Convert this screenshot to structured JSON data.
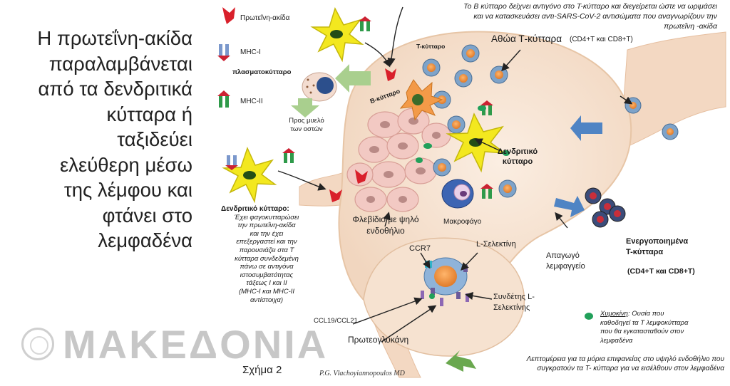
{
  "heading": {
    "lines": [
      "Η πρωτεΐνη-ακίδα",
      "παραλαμβάνεται",
      "από τα δενδριτικά",
      "κύτταρα ή",
      "ταξιδεύει",
      "ελεύθερη μέσω",
      "της λέμφου και",
      "φτάνει στο",
      "λεμφαδένα"
    ]
  },
  "watermark": {
    "text": "MAKEΔONIA"
  },
  "figure": {
    "caption": "Σχήμα 2",
    "signature": "P.G. Vlachoyiannopoulos MD",
    "legend": {
      "spike": "Πρωτεΐνη-ακίδα",
      "mhc1": "MHC-I",
      "plasma": "πλασματοκύτταρο",
      "mhc2": "MHC-II"
    },
    "top_note": [
      "Το Β κύτταρο δείχνει αντιγόνο στο Τ-κύτταρο και διεγείρεται ώστε να ωριμάσει",
      "και να κατασκευάσει αντι-SARS-CoV-2  αντισώματα που αναγνωρίζουν την",
      "πρωτεΐνη -ακίδα"
    ],
    "labels": {
      "tcell": "Τ-κύτταρο",
      "naive": "Αθώα Τ-κύτταρα",
      "naive_sub": "(CD4+T και CD8+T)",
      "bcell": "Β-κύτταρο",
      "marrow": [
        "Προς μυελό",
        "των οστών"
      ],
      "dendritic": [
        "Δενδριτικό",
        "κύτταρο"
      ],
      "macrophage": "Μακροφάγο",
      "hev": [
        "Φλεβίδιο με ψηλό",
        "ενδοθήλιο"
      ],
      "ccr7": "CCR7",
      "lsel": "L-Σελεκτίνη",
      "ligand": [
        "Συνδέτης L-",
        "Σελεκτίνης"
      ],
      "ccl": "CCL19/CCL21",
      "proteo": "Πρωτεογλυκάνη",
      "efferent": [
        "Απαγωγό",
        "λεμφαγγείο"
      ],
      "activated": [
        "Ενεργοποιημένα",
        "Τ-κύτταρα"
      ],
      "activated_sub": "(CD4+T και CD8+T)"
    },
    "dc_note": {
      "title": "Δενδριτικό κύτταρο:",
      "lines": [
        "Έχει φαγοκυτταρώσει",
        "την πρωτεΐνη-ακίδα",
        "και την έχει",
        "επεξεργαστεί και την",
        "παρουσιάζει στα Τ",
        "κύτταρα συνδεδεμένη",
        "πάνω σε αντιγόνα",
        "ιστοσυμβατότητας",
        "τάξεως Ι και ΙΙ",
        "(MHC-I και MHC-II",
        "αντίστοιχα)"
      ]
    },
    "chemokine_note": {
      "term": "Χυμοκίνη",
      "lines": [
        ": Ουσία που",
        "καθοδηγεί τα Τ λεμφοκύτταρα",
        "που θα εγκατασταθούν στον",
        "λεμφαδένα"
      ]
    },
    "bottom_note": [
      "Λεπτομέρεια για τα μόρια επιφανείας στο υψηλό ενδοθήλιο που",
      "συγκρατούν τα Τ- κύτταρα για να εισέλθουν στον λεμφαδένα"
    ]
  },
  "colors": {
    "node": "#f6e3d2",
    "node_edge": "#e9c9ac",
    "vessel": "#f3d8c2",
    "tcell": "#7ea3c9",
    "tcell_nucleus": "#f09a4a",
    "dendritic": "#f3e81f",
    "spike": "#d9202b",
    "chemokine": "#21a05a",
    "arrow_blue": "#4f84c4",
    "arrow_green": "#a9cf8e",
    "plasma": "#2c4f8c",
    "endothelium": "#f2c9c3"
  }
}
